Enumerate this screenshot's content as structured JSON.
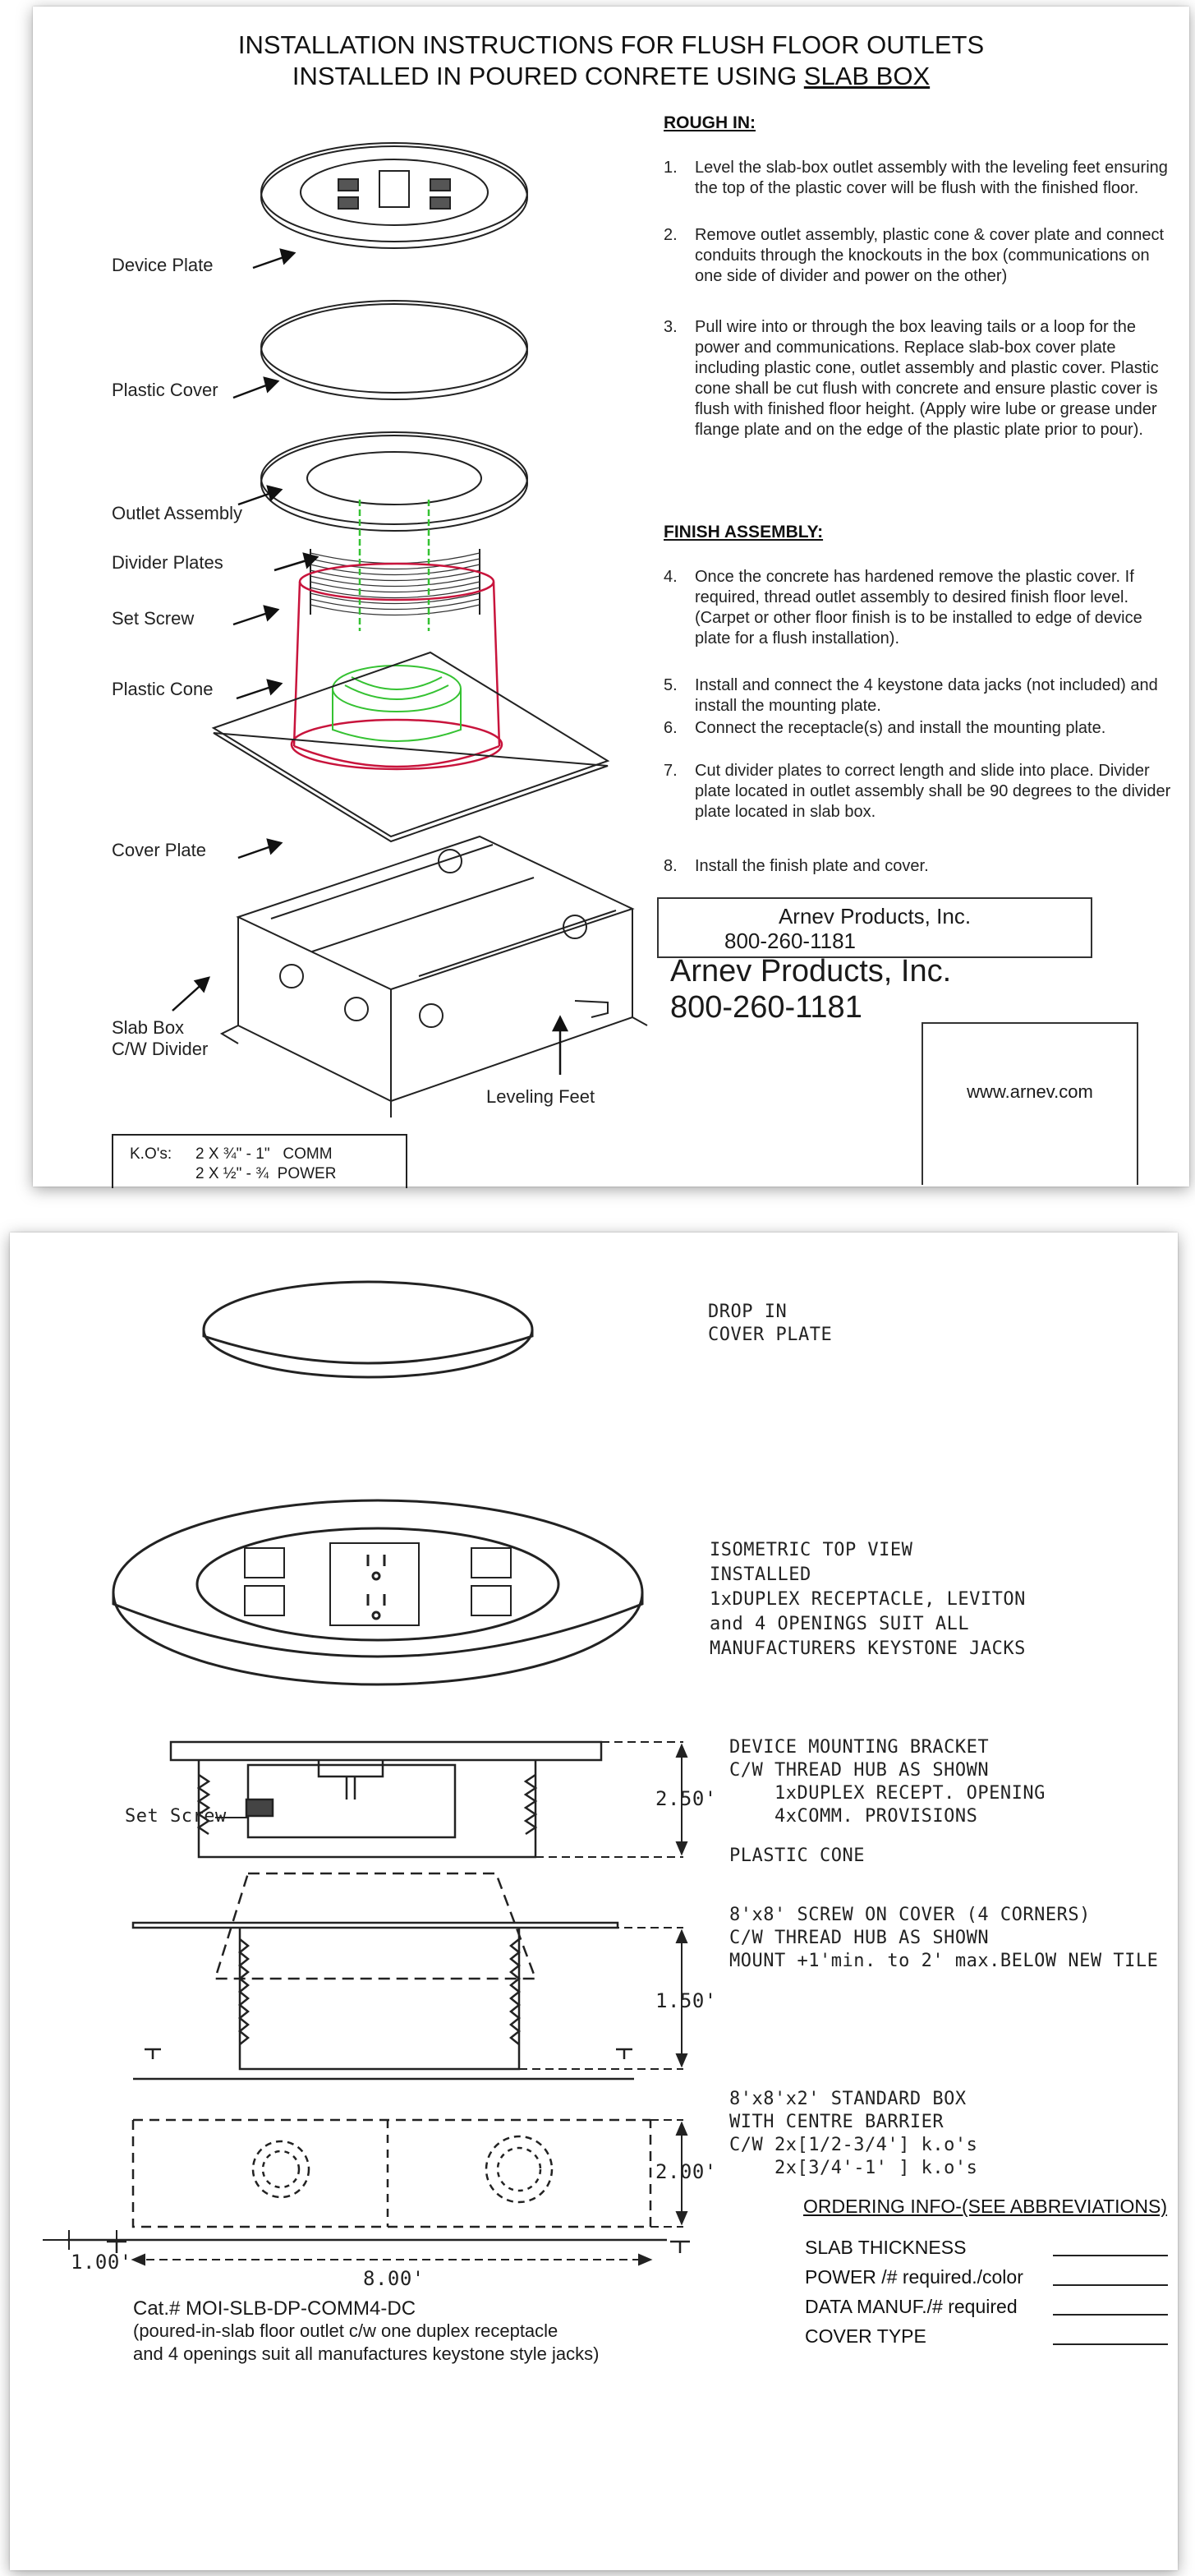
{
  "page1": {
    "title_line1": "INSTALLATION INSTRUCTIONS FOR FLUSH FLOOR OUTLETS",
    "title_line2_prefix": "INSTALLED IN POURED CONRETE USING ",
    "title_line2_underlined": "SLAB BOX",
    "rough_in_heading": "ROUGH IN:",
    "rough_in_steps": [
      {
        "num": "1.",
        "text": "Level the slab-box outlet assembly with the leveling feet ensuring the top of the plastic cover will be flush with the finished floor."
      },
      {
        "num": "2.",
        "text": "Remove outlet assembly, plastic cone & cover plate and connect conduits through the knockouts in the box (communications on one side of divider and power on the other)"
      },
      {
        "num": "3.",
        "text": "Pull wire into or through the box leaving tails or a loop for the power and communications. Replace slab-box cover plate including plastic cone, outlet assembly and plastic cover. Plastic cone shall be cut flush with concrete and ensure plastic cover is flush with finished floor height. (Apply wire lube or grease under flange plate and on the edge of the plastic plate prior to pour)."
      }
    ],
    "finish_heading": "FINISH ASSEMBLY:",
    "finish_steps": [
      {
        "num": "4.",
        "text": "Once the concrete has hardened remove the plastic cover. If required, thread outlet assembly to desired finish floor level. (Carpet or other floor finish is to be installed to edge of device plate for a flush installation)."
      },
      {
        "num": "5.",
        "text": "Install and connect the 4 keystone data jacks (not included) and install the mounting plate."
      },
      {
        "num": "6.",
        "text": "Connect the receptacle(s) and install the mounting plate."
      },
      {
        "num": "7.",
        "text": "Cut divider plates to correct length and slide into place. Divider plate located in outlet assembly shall be 90 degrees to the divider plate located in slab box."
      },
      {
        "num": "8.",
        "text": "Install the finish plate and cover."
      }
    ],
    "company_box_name": "Arnev Products, Inc.",
    "company_box_phone": "800-260-1181",
    "company_large_name": "Arnev Products, Inc.",
    "company_large_phone": "800-260-1181",
    "website": "www.arnev.com",
    "diagram_labels": {
      "device_plate": "Device Plate",
      "plastic_cover": "Plastic Cover",
      "outlet_assembly": "Outlet Assembly",
      "divider_plates": "Divider Plates",
      "set_screw": "Set Screw",
      "plastic_cone": "Plastic Cone",
      "cover_plate": "Cover Plate",
      "slab_box_line1": "Slab Box",
      "slab_box_line2": "C/W Divider",
      "leveling_feet": "Leveling Feet"
    },
    "ko_label": "K.O's:",
    "ko_line1": "2 X ¾\" - 1\"   COMM",
    "ko_line2": "2 X ½\" - ¾  POWER"
  },
  "page2": {
    "drop_in_line1": "DROP IN",
    "drop_in_line2": "COVER PLATE",
    "iso_line1": "ISOMETRIC TOP VIEW",
    "iso_line2": "INSTALLED",
    "iso_line3": "1xDUPLEX RECEPTACLE, LEVITON",
    "iso_line4": "and 4 OPENINGS SUIT ALL",
    "iso_line5": "MANUFACTURERS KEYSTONE JACKS",
    "bracket_line1": "DEVICE MOUNTING BRACKET",
    "bracket_line2": "C/W THREAD HUB AS SHOWN",
    "bracket_line3": "    1xDUPLEX RECEPT. OPENING",
    "bracket_line4": "    4xCOMM. PROVISIONS",
    "dim_250": "2.50'",
    "set_screw": "Set Screw",
    "plastic_cone": "PLASTIC CONE",
    "cover_line1": "8'x8' SCREW ON COVER (4 CORNERS)",
    "cover_line2": "C/W THREAD HUB AS SHOWN",
    "cover_line3": "MOUNT +1'min. to 2' max.BELOW NEW TILE",
    "dim_150": "1.50'",
    "box_line1": "8'x8'x2' STANDARD BOX",
    "box_line2": "WITH CENTRE BARRIER",
    "box_line3": "C/W 2x[1/2-3/4'] k.o's",
    "box_line4": "    2x[3/4'-1' ] k.o's",
    "dim_200": "2.00'",
    "dim_100": "1.00'",
    "dim_800": "8.00'",
    "cat_line1": "Cat.# MOI-SLB-DP-COMM4-DC",
    "cat_line2": "(poured-in-slab floor outlet c/w one duplex receptacle",
    "cat_line3": "and 4 openings suit all manufactures keystone style jacks)",
    "ordering_heading": "ORDERING INFO-(SEE ABBREVIATIONS)",
    "ordering_fields": [
      "SLAB THICKNESS",
      "POWER /# required./color",
      "DATA MANUF./# required",
      "COVER TYPE"
    ]
  }
}
